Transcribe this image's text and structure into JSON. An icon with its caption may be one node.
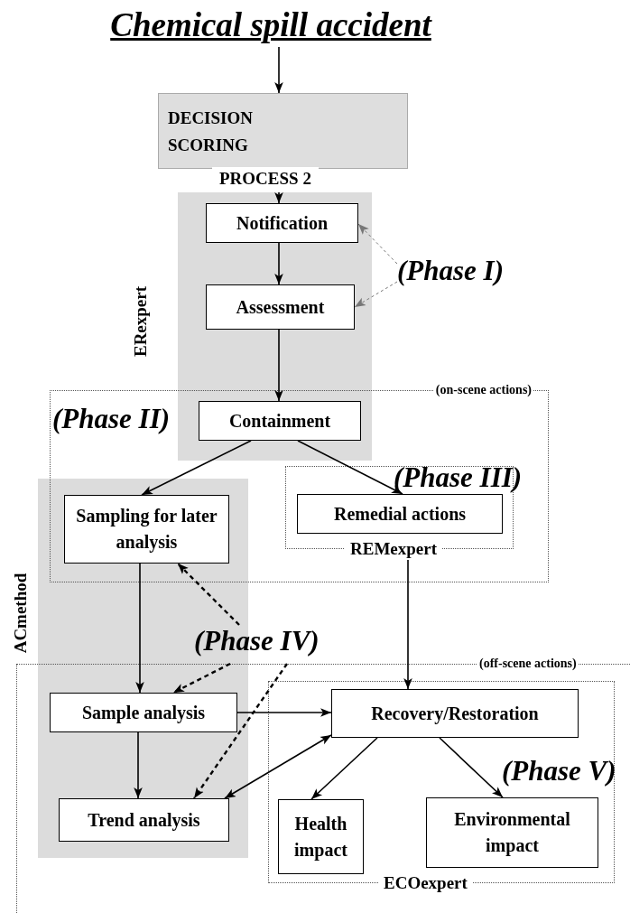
{
  "diagram": {
    "nodes": [
      {
        "text": [
          "Chemical spill accident"
        ]
      },
      {
        "text": [
          "DECISION SCORING",
          "PROCESS 2"
        ]
      },
      {
        "text": [
          "ERexpert"
        ]
      },
      {
        "text": [
          "Notification"
        ],
        "in": 2
      },
      {
        "text": [
          "Assessment"
        ],
        "in": 2
      },
      {
        "text": [
          "(Phase I)"
        ]
      },
      {
        "text": [
          "(on-scene actions)"
        ]
      },
      {
        "text": [
          "Containment"
        ]
      },
      {
        "text": [
          "Sampling for later analysis"
        ],
        "in": 6
      },
      {
        "text": [
          "REMexpert"
        ],
        "in": 6
      },
      {
        "text": [
          "Remedial actions"
        ],
        "in": 9
      },
      {
        "text": [
          "(Phase IV)"
        ]
      },
      {
        "text": [
          "(off-scene actions)"
        ]
      },
      {
        "text": [
          "Sample analysis"
        ],
        "in": 12
      },
      {
        "text": [
          "Trend analysis"
        ],
        "in": 12
      },
      {
        "text": [
          "ECOexpert"
        ],
        "in": 12
      },
      {
        "text": [
          "Recovery/Restoration"
        ],
        "in": 15
      },
      {
        "text": [
          "Health impact"
        ],
        "in": 15
      },
      {
        "text": [
          "Environmental impact"
        ],
        "in": 15
      }
    ],
    "edges": [
      {
        "from": 0,
        "to": 1,
        "arrow": "to"
      },
      {
        "from": 1,
        "to": 3,
        "arrow": "to"
      },
      {
        "from": 3,
        "to": 4,
        "arrow": "to"
      },
      {
        "from": 4,
        "to": 7,
        "arrow": "to"
      },
      {
        "from": 5,
        "to": 3,
        "arrow": "to",
        "style": "dashed",
        "color": "#777777"
      },
      {
        "from": 5,
        "to": 4,
        "arrow": "to",
        "style": "dashed",
        "color": "#777777"
      },
      {
        "from": 7,
        "to": 8,
        "arrow": "to"
      },
      {
        "from": 7,
        "to": 10,
        "arrow": "to"
      },
      {
        "from": 8,
        "to": 13,
        "arrow": "to"
      },
      {
        "from": 9,
        "to": 16,
        "arrow": "to"
      },
      {
        "from": 11,
        "to": 8,
        "arrow": "to",
        "style": "dashed"
      },
      {
        "from": 11,
        "to": 13,
        "arrow": "to",
        "style": "dashed"
      },
      {
        "from": 11,
        "to": 14,
        "arrow": "to",
        "style": "dashed"
      },
      {
        "from": 13,
        "to": 16,
        "arrow": "to"
      },
      {
        "from": 13,
        "to": 14,
        "arrow": "to"
      },
      {
        "from": 16,
        "to": 14,
        "arrow": "both"
      },
      {
        "from": 16,
        "to": 17,
        "arrow": "to"
      },
      {
        "from": 16,
        "to": 18,
        "arrow": "to"
      }
    ],
    "labels": [
      "(Phase II)",
      "(Phase III)",
      "ACmethod",
      "(Phase V)"
    ]
  }
}
